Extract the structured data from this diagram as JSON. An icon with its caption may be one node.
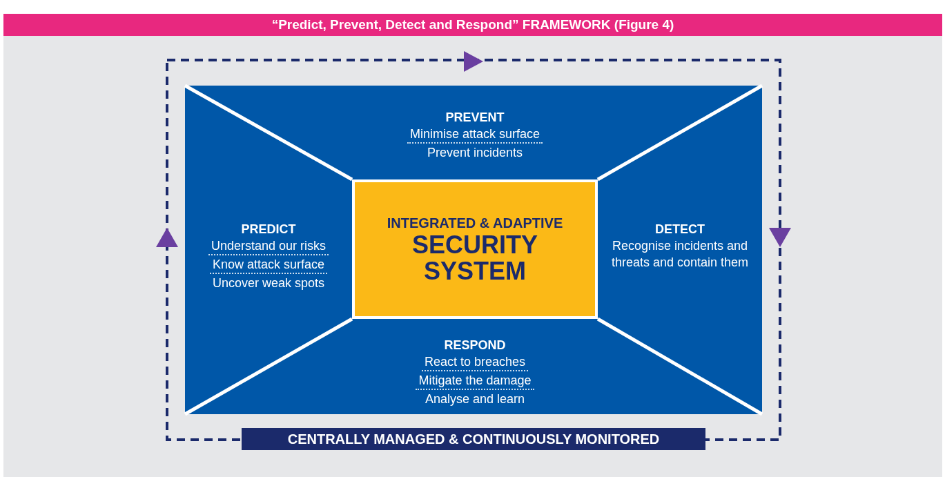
{
  "diagram": {
    "title": "“Predict, Prevent, Detect and Respond” FRAMEWORK (Figure 4)",
    "nodes": [
      {
        "text": [
          "PREDICT",
          "Understand our risks",
          "Know attack surface",
          "Uncover weak spots"
        ]
      },
      {
        "text": [
          "PREVENT",
          "Minimise attack surface",
          "Prevent incidents"
        ]
      },
      {
        "text": [
          "DETECT",
          "Recognise incidents and threats and contain them"
        ]
      },
      {
        "text": [
          "RESPOND",
          "React to breaches",
          "Mitigate the damage",
          "Analyse and learn"
        ]
      },
      {
        "text": [
          "INTEGRATED & ADAPTIVE",
          "SECURITY SYSTEM"
        ]
      }
    ],
    "labels": [
      "CENTRALLY MANAGED & CONTINUOUSLY MONITORED"
    ]
  }
}
